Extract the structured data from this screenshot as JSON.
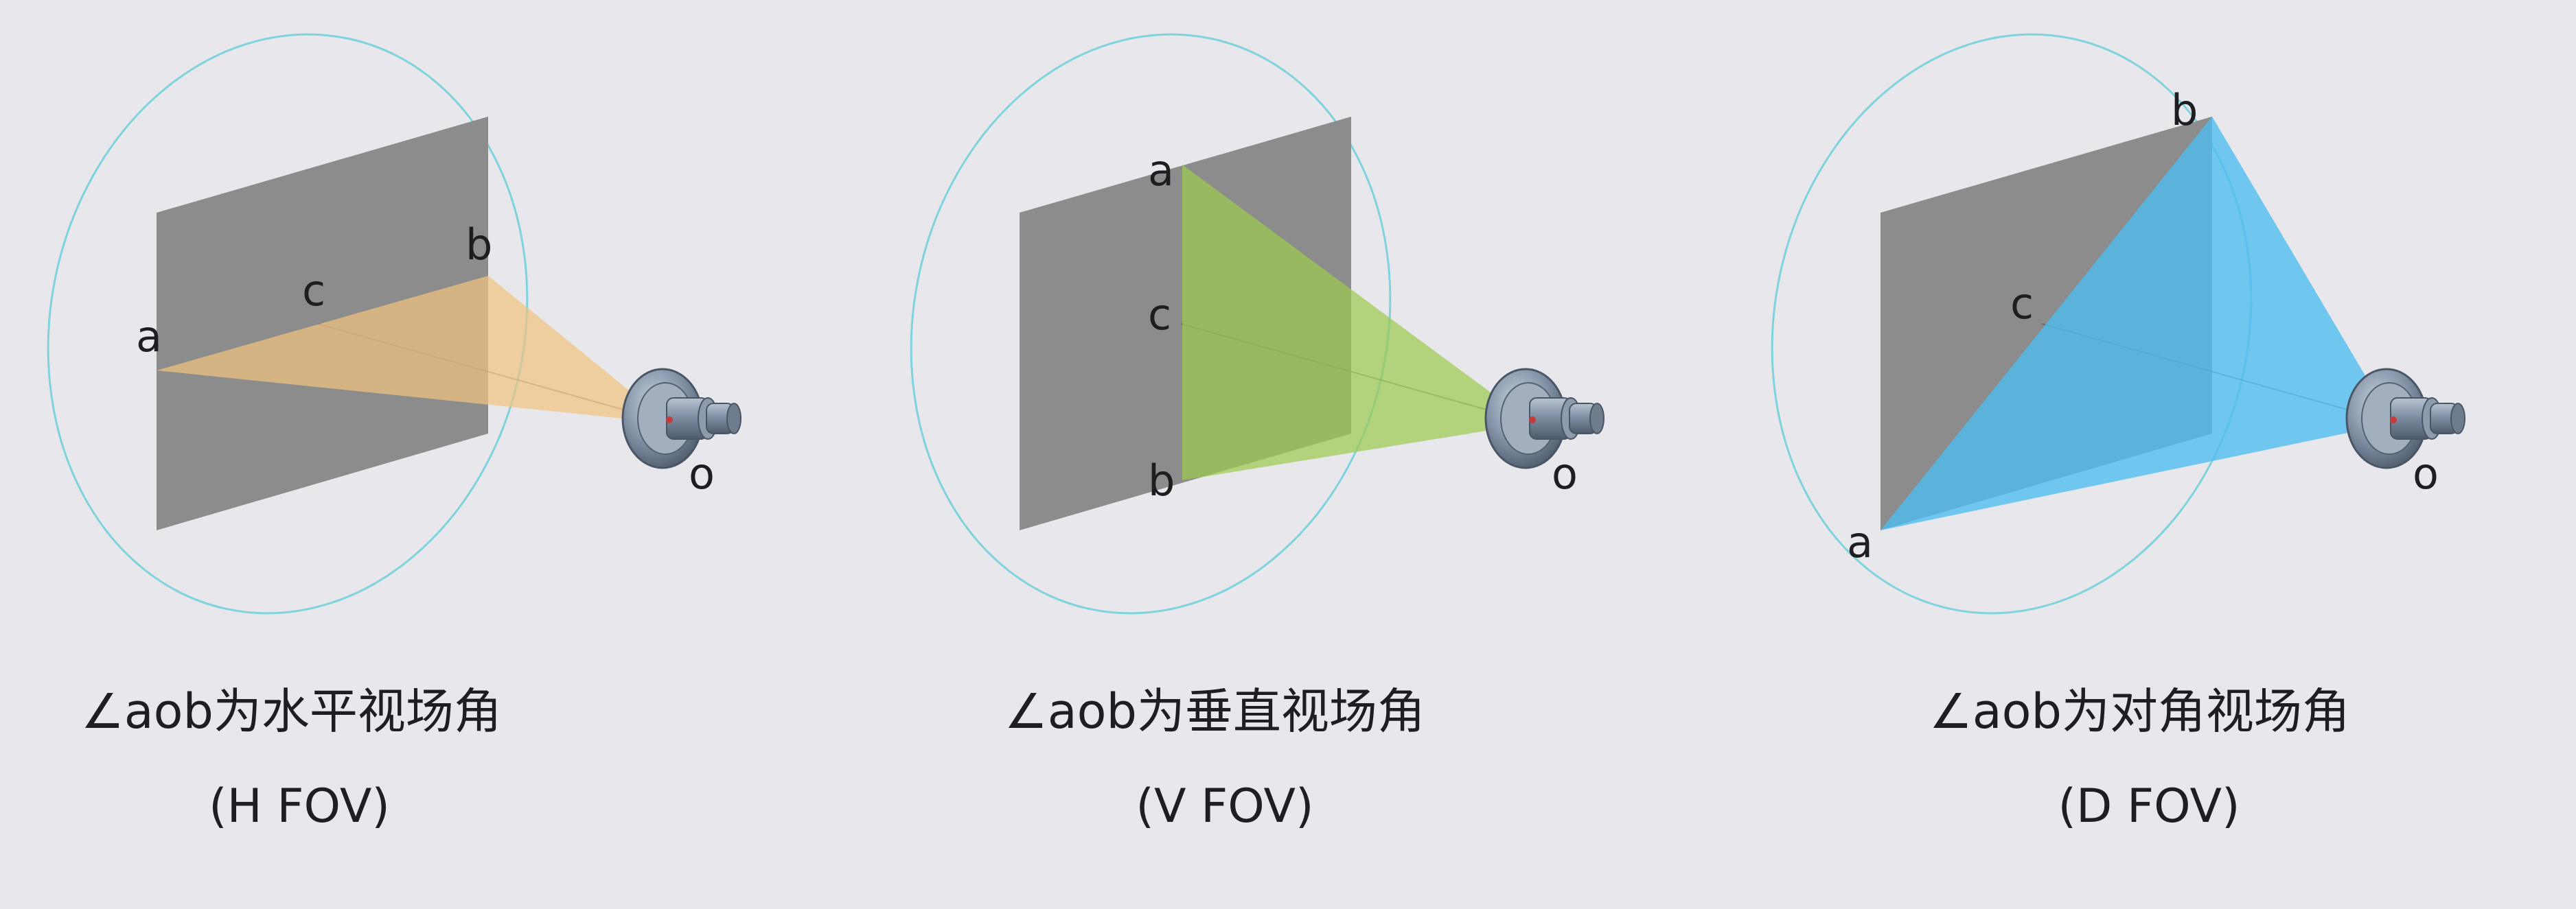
{
  "colors": {
    "background": "#e8e7ec",
    "plane": "#8c8c8c",
    "ellipse": "#7fd3dd",
    "hfov_fill": "#f0c47f",
    "vfov_fill": "#9ccb4f",
    "dfov_fill": "#4dbdf0",
    "camera": "#6f7f93"
  },
  "panels": [
    {
      "id": "hfov",
      "fill_color": "#f0c47f",
      "labels": {
        "a": "a",
        "b": "b",
        "c": "c",
        "o": "o"
      },
      "caption": "∠aob为水平视场角",
      "caption_sub": "(H FOV)"
    },
    {
      "id": "vfov",
      "fill_color": "#9ccb4f",
      "labels": {
        "a": "a",
        "b": "b",
        "c": "c",
        "o": "o"
      },
      "caption": "∠aob为垂直视场角",
      "caption_sub": "(V FOV)"
    },
    {
      "id": "dfov",
      "fill_color": "#4dbdf0",
      "labels": {
        "a": "a",
        "b": "b",
        "c": "c",
        "o": "o"
      },
      "caption": "∠aob为对角视场角",
      "caption_sub": "(D FOV)"
    }
  ]
}
